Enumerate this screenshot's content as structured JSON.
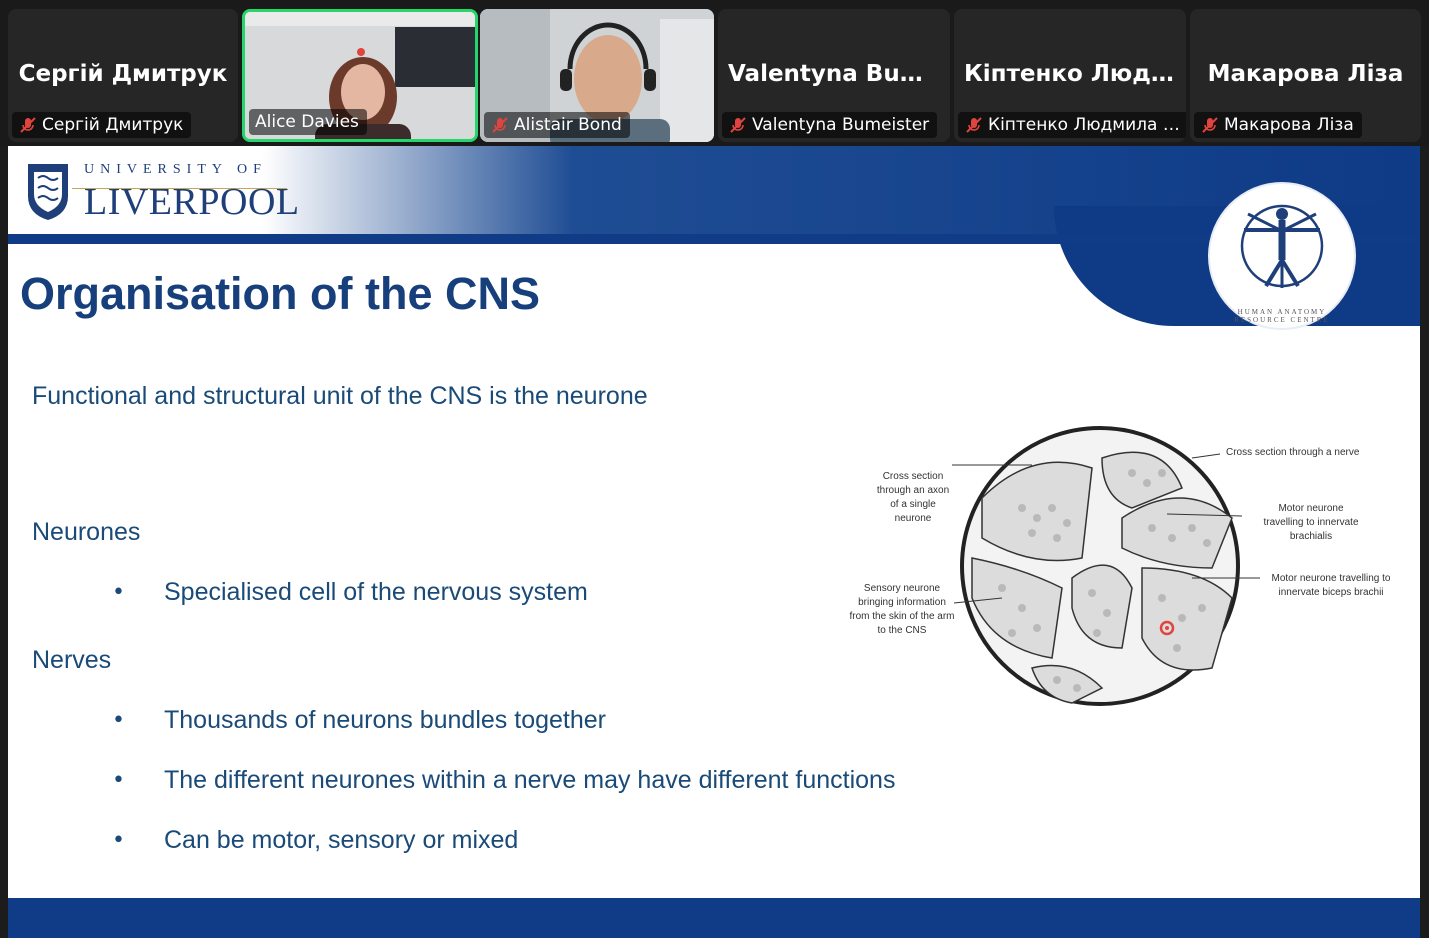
{
  "participants": [
    {
      "display_name": "Сергій Дмитрук",
      "label": "Сергій Дмитрук",
      "video": false,
      "muted": true
    },
    {
      "display_name": "",
      "label": "Alice Davies",
      "video": true,
      "muted": false,
      "active_speaker": true
    },
    {
      "display_name": "",
      "label": "Alistair Bond",
      "video": true,
      "muted": true
    },
    {
      "display_name": "Valentyna  Bum...",
      "label": "Valentyna Bumeister",
      "video": false,
      "muted": true
    },
    {
      "display_name": "Кіптенко  Люд...",
      "label": "Кіптенко Людмила Ів...",
      "video": false,
      "muted": true
    },
    {
      "display_name": "Макарова Ліза",
      "label": "Макарова Ліза",
      "video": false,
      "muted": true
    }
  ],
  "slide": {
    "university_of": "UNIVERSITY OF",
    "university_name": "LIVERPOOL",
    "logo_caption": "HUMAN ANATOMY RESOURCE CENTRE",
    "title": "Organisation of the CNS",
    "intro": "Functional and structural unit of the CNS is the neurone",
    "neurones_heading": "Neurones",
    "neurones_bullets": [
      "Specialised cell of the nervous system"
    ],
    "nerves_heading": "Nerves",
    "nerves_bullets": [
      "Thousands of neurons bundles together",
      "The different neurones within a nerve may have different functions",
      "Can be motor, sensory or mixed"
    ],
    "bullet_char": "•",
    "figure": {
      "label_cross_section_nerve": "Cross section through a nerve",
      "label_axon_line1": "Cross section",
      "label_axon_line2": "through an axon",
      "label_axon_line3": "of a single",
      "label_axon_line4": "neurone",
      "label_motor_brachialis_line1": "Motor neurone",
      "label_motor_brachialis_line2": "travelling to innervate",
      "label_motor_brachialis_line3": "brachialis",
      "label_motor_biceps_line1": "Motor neurone travelling to",
      "label_motor_biceps_line2": "innervate biceps brachii",
      "label_sensory_line1": "Sensory neurone",
      "label_sensory_line2": "bringing information",
      "label_sensory_line3": "from the skin of the arm",
      "label_sensory_line4": "to the CNS"
    }
  },
  "colors": {
    "brand_blue": "#103b86",
    "title_blue": "#163f7c",
    "text_blue": "#1a4a78",
    "active_border": "#27d66b",
    "mute_red": "#e0443e"
  }
}
